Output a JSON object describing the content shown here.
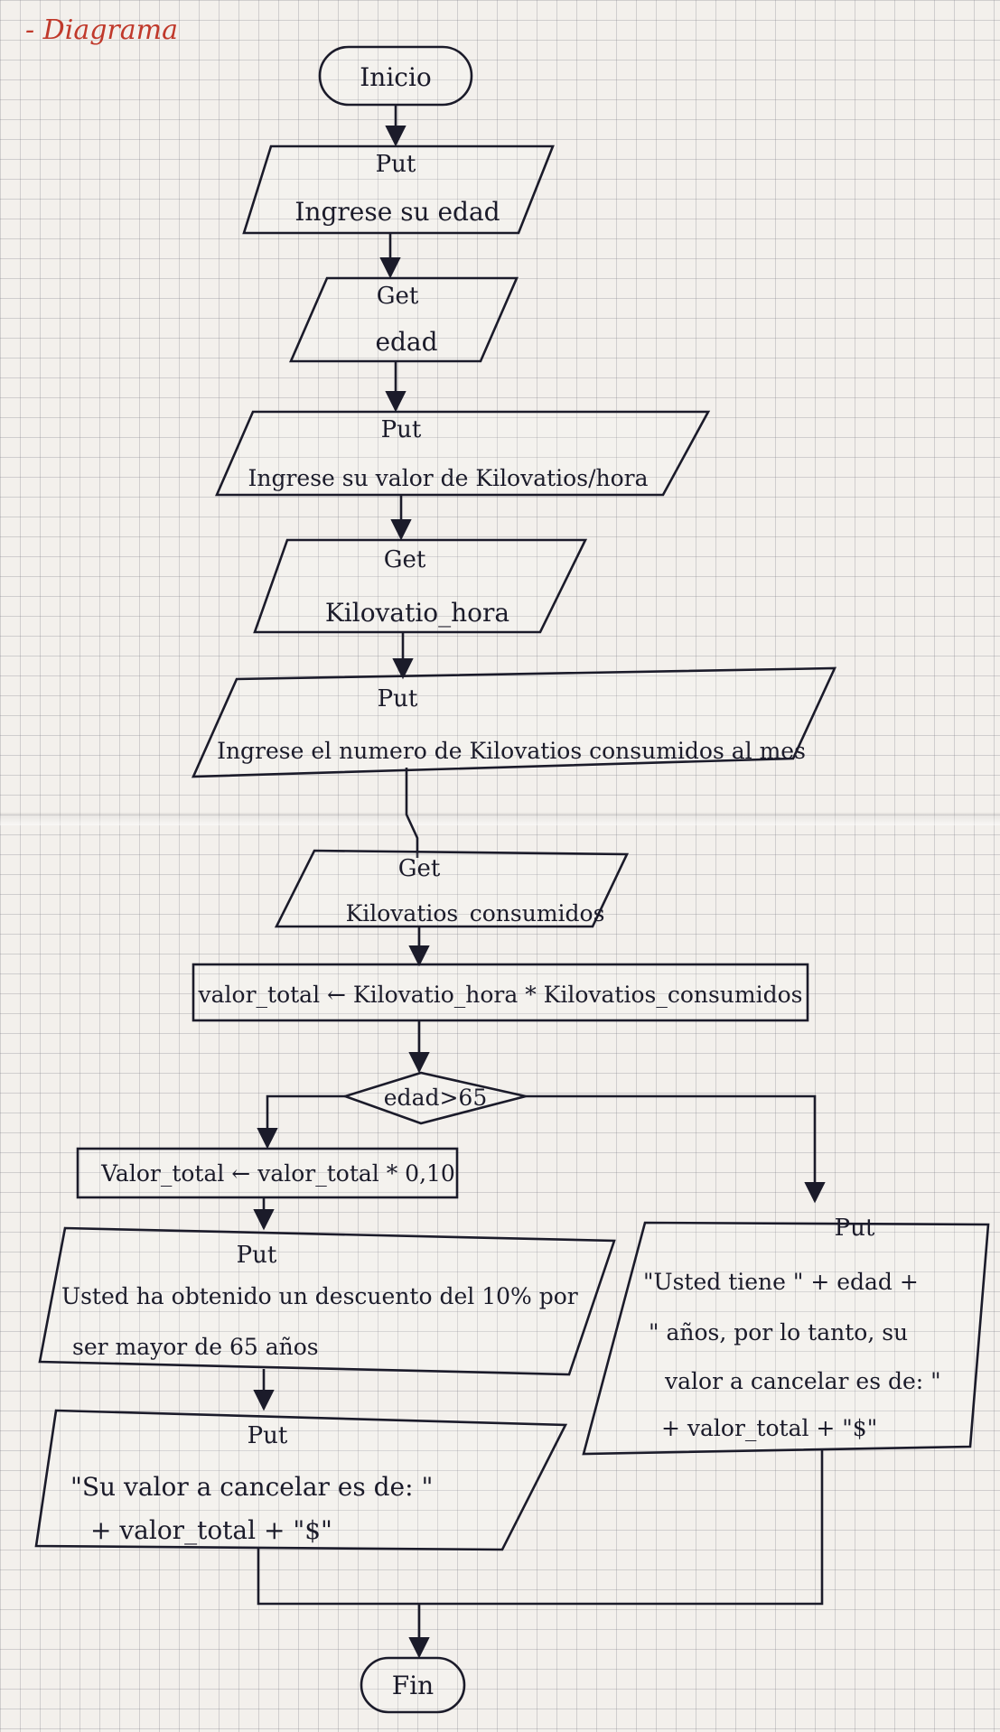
{
  "page_label": "- Diagrama",
  "start": "Inicio",
  "end": "Fin",
  "steps": {
    "put_edad": {
      "kind": "Put",
      "text": "Ingrese su edad"
    },
    "get_edad": {
      "kind": "Get",
      "text": "edad"
    },
    "put_kwh": {
      "kind": "Put",
      "text": "Ingrese su valor de Kilovatios/hora"
    },
    "get_kwh": {
      "kind": "Get",
      "text": "Kilovatio_hora"
    },
    "put_consumidos": {
      "kind": "Put",
      "text": "Ingrese el numero de Kilovatios consumidos al mes"
    },
    "get_consumidos": {
      "kind": "Get",
      "text": "Kilovatios_consumidos"
    },
    "calc_total": "valor_total ← Kilovatio_hora * Kilovatios_consumidos",
    "decision": "edad>65",
    "calc_descuento": "Valor_total ← valor_total * 0,10",
    "put_descuento": {
      "kind": "Put",
      "line1": "Usted ha obtenido un descuento del 10% por",
      "line2": "ser mayor de 65 años"
    },
    "put_valor_si": {
      "kind": "Put",
      "line1": "\"Su valor a cancelar es de: \"",
      "line2": "+ valor_total + \"$\""
    },
    "put_valor_no": {
      "kind": "Put",
      "line1": "\"Usted tiene \" + edad +",
      "line2": "\" años, por lo tanto, su",
      "line3": "valor a cancelar es de: \"",
      "line4": "+ valor_total + \"$\""
    }
  },
  "colors": {
    "ink": "#1b1b2a",
    "label": "#c0392b",
    "paper": "#f3f0ec",
    "grid": "#8a8a96"
  }
}
